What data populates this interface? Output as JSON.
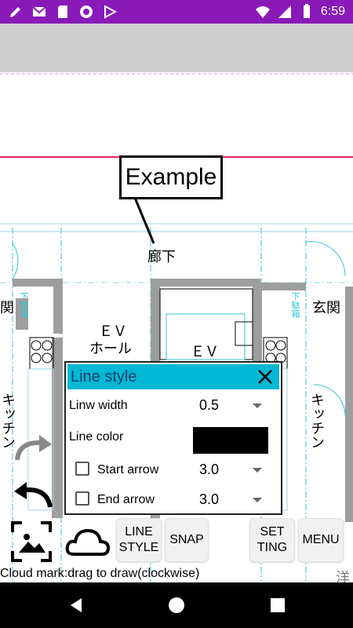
{
  "status_bar": {
    "time": "6:59",
    "left_icons": [
      "pencil-icon",
      "gmail-icon",
      "sd-card-icon",
      "circle-app-icon",
      "play-store-icon"
    ],
    "right_icons": [
      "wifi-icon",
      "signal-icon",
      "battery-icon"
    ]
  },
  "callout": {
    "text": "Example"
  },
  "plan_labels": {
    "corridor": "廊下",
    "ev_hall_1": "ＥＶ",
    "ev_hall_2": "ホール",
    "ev": "ＥＶ",
    "entrance_left": "関",
    "entrance_right": "玄関",
    "shoe_box_left": "下駄箱",
    "shoe_box_right": "下駄箱",
    "kitchen_left": "キッチン",
    "kitchen_right": "キッチン",
    "western_room": "洋"
  },
  "dialog": {
    "title": "Line style",
    "linewidth_label": "Linw width",
    "linewidth_value": "0.5",
    "linecolor_label": "Line color",
    "linecolor_value": "#000000",
    "start_arrow_label": "Start arrow",
    "start_arrow_value": "3.0",
    "end_arrow_label": "End arrow",
    "end_arrow_value": "3.0"
  },
  "toolbar": {
    "line_style_1": "LINE",
    "line_style_2": "STYLE",
    "snap": "SNAP",
    "setting_1": "SET",
    "setting_2": "TING",
    "menu": "MENU"
  },
  "status_message": "Cloud mark:drag to draw(clockwise)",
  "colors": {
    "status_bar": "#8a1ab8",
    "accent_line": "#e91e63",
    "dialog_title": "#00b8d4",
    "plan_cyan": "#35c5d6"
  }
}
